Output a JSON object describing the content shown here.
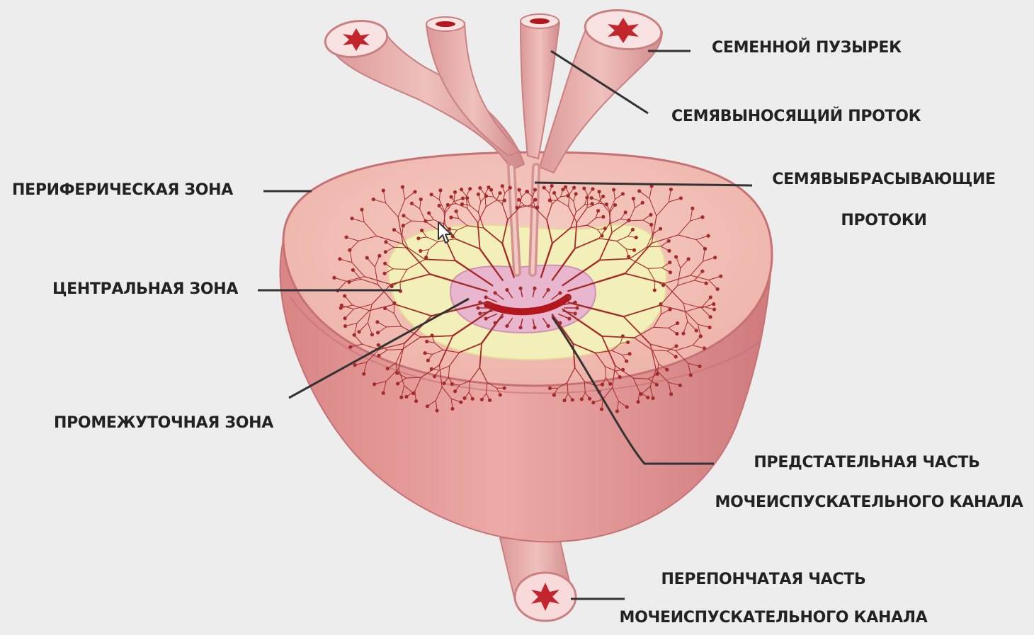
{
  "labels": {
    "seminal_vesicle": "СЕМЕННОЙ ПУЗЫРЕК",
    "vas_deferens": "СЕМЯВЫНОСЯЩИЙ ПРОТОК",
    "ejaculatory_ducts": [
      "СЕМЯВЫБРАСЫВАЮЩИЕ",
      "ПРОТОКИ"
    ],
    "peripheral_zone": "ПЕРИФЕРИЧЕСКАЯ ЗОНА",
    "central_zone": "ЦЕНТРАЛЬНАЯ ЗОНА",
    "transition_zone": "ПРОМЕЖУТОЧНАЯ ЗОНА",
    "prostatic_urethra": [
      "ПРЕДСТАТЕЛЬНАЯ ЧАСТЬ",
      "МОЧЕИСПУСКАТЕЛЬНОГО КАНАЛА"
    ],
    "membranous_urethra": [
      "ПЕРЕПОНЧАТАЯ ЧАСТЬ",
      "МОЧЕИСПУСКАТЕЛЬНОГО КАНАЛА"
    ]
  },
  "colors": {
    "background": "#ededed",
    "tissue_outer": "#e39a9a",
    "tissue_cut": "#f1c1b8",
    "central_zone": "#f3efb8",
    "transition_zone": "#e6b3cc",
    "ducts": "#a52a2a",
    "urethra": "#b3161c",
    "leader_lines": "#333333",
    "label_text": "#222222"
  }
}
